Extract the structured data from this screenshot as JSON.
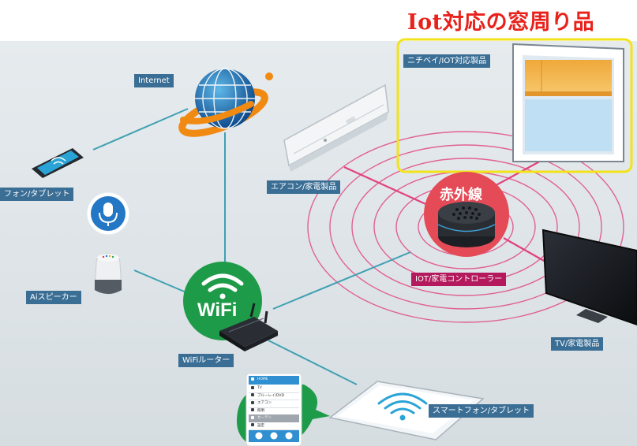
{
  "title": "Iot対応の窓周り品",
  "colors": {
    "title": "#e8211b",
    "highlight_box": "#f2e31a",
    "connection_line": "#e2417d",
    "network_line": "#3fa0b3",
    "label_bg": "#3a6e95",
    "controller_label_bg": "#b3195c",
    "wifi_green": "#1e9b48",
    "ir_badge_red": "#e44b57"
  },
  "labels": {
    "window_product": "ニチベイ/IOT対応製品",
    "internet": "Internet",
    "phone_left": "フォン/タブレット",
    "aircon": "エアコン/家電製品",
    "infrared": "赤外線",
    "controller": "IOT/家電コントローラー",
    "ai_speaker": "Aiスピーカー",
    "tv": "TV/家電製品",
    "wifi": "WiFi",
    "router": "WiFiルーター",
    "tablet": "スマートフォン/タブレット"
  },
  "app_menu": [
    {
      "icon": "home-icon",
      "label": "HOME"
    },
    {
      "icon": "tv-icon",
      "label": "TV"
    },
    {
      "icon": "disc-icon",
      "label": "ブルーレイ/DVD"
    },
    {
      "icon": "aircon-icon",
      "label": "エアコン"
    },
    {
      "icon": "light-icon",
      "label": "照明"
    },
    {
      "icon": "curtain-icon",
      "label": "カーテン"
    },
    {
      "icon": "gear-icon",
      "label": "設定"
    }
  ],
  "icons": [
    "globe-icon",
    "microphone-icon",
    "wifi-icon",
    "speaker-icon",
    "router-icon",
    "window-blind-icon",
    "air-conditioner-icon",
    "television-icon",
    "smartphone-icon",
    "tablet-icon"
  ]
}
